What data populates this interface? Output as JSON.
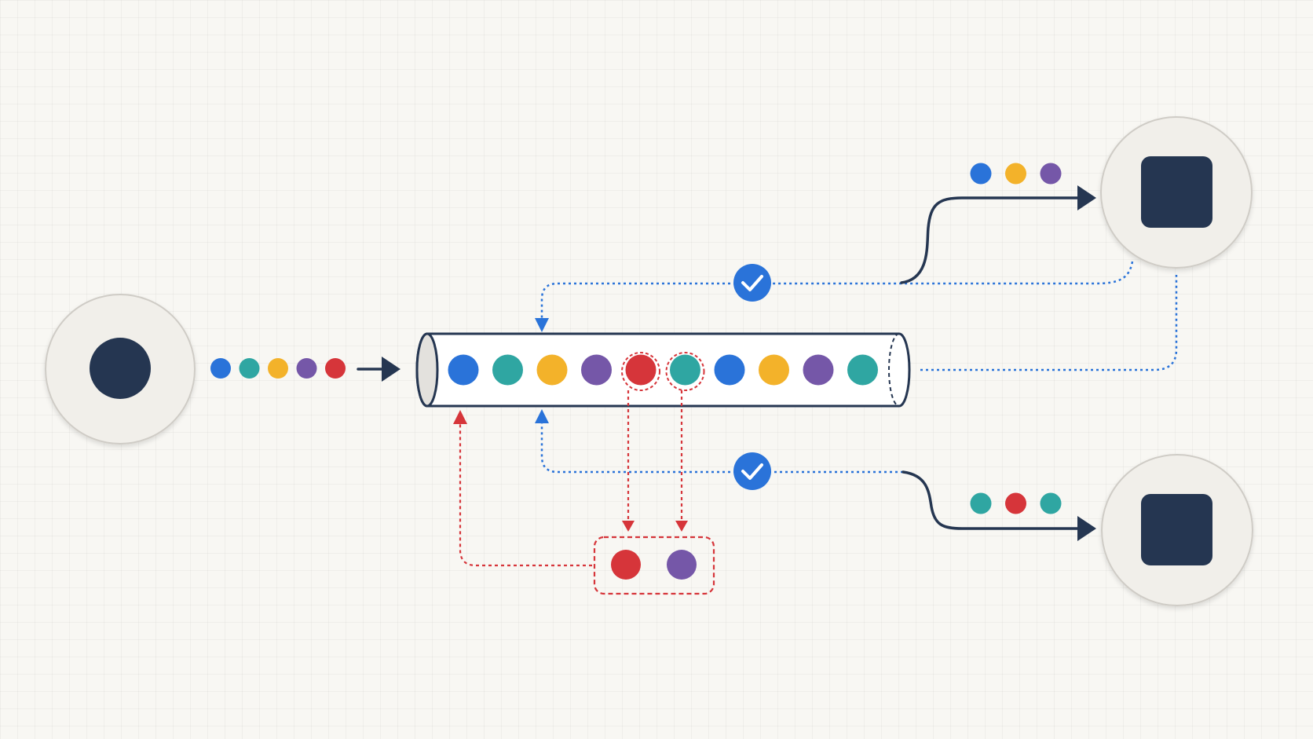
{
  "colors": {
    "background": "#f8f7f3",
    "node_fill": "#f1efea",
    "node_border": "#cfccc6",
    "dark": "#253651",
    "blue": "#2a73d9",
    "teal": "#2fa6a2",
    "yellow": "#f3b22a",
    "purple": "#7557a8",
    "red": "#d6353a",
    "ack": "#2a73d9",
    "retry": "#d6353a"
  },
  "icons": {
    "producer": "filled-circle-icon",
    "consumer": "filled-square-icon",
    "ack": "check-circle-icon"
  },
  "producer": {
    "shape": "circle"
  },
  "consumers": [
    {
      "id": "consumer-top",
      "shape": "square"
    },
    {
      "id": "consumer-bottom",
      "shape": "square"
    }
  ],
  "incoming_messages": [
    "blue",
    "teal",
    "yellow",
    "purple",
    "red"
  ],
  "queue_messages": [
    "blue",
    "teal",
    "yellow",
    "purple",
    "red",
    "teal",
    "blue",
    "yellow",
    "purple",
    "teal"
  ],
  "highlighted_queue_indices": [
    4,
    5
  ],
  "delivered_top": [
    "blue",
    "yellow",
    "purple"
  ],
  "delivered_bottom": [
    "teal",
    "red",
    "teal"
  ],
  "retry_messages": [
    "red",
    "purple"
  ]
}
